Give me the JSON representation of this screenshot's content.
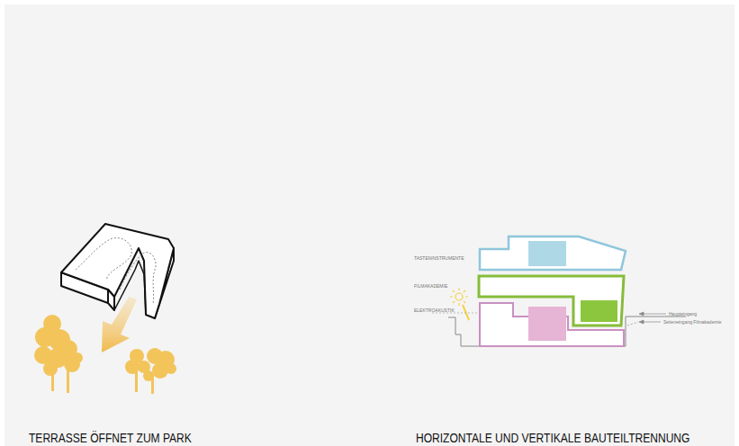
{
  "diagram": {
    "labels": [
      "TERRASSE ÖFFNET ZUM PARK",
      "HORIZONTALE UND VERTIKALE BAUTEILTRENNUNG",
      "TASTENINSTRUMENTE",
      "FILMAKADEMIE",
      "ELEKTROAKUSTIK",
      "Haupteingang",
      "Seiteneingang Filmakademie"
    ]
  }
}
